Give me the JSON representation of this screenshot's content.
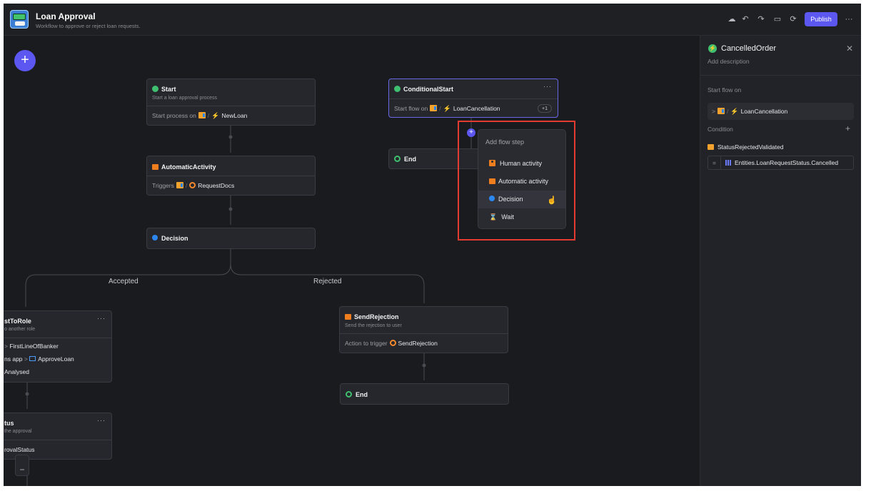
{
  "header": {
    "title": "Loan Approval",
    "subtitle": "Workflow to approve or reject loan requests.",
    "publish_label": "Publish"
  },
  "nodes": {
    "start": {
      "title": "Start",
      "desc": "Start a loan approval process",
      "row_label": "Start process on",
      "row_value": "NewLoan"
    },
    "conditional_start": {
      "title": "ConditionalStart",
      "row_label": "Start flow on",
      "row_value": "LoanCancellation",
      "badge": "+1"
    },
    "end_top": {
      "title": "End"
    },
    "automatic_activity": {
      "title": "AutomaticActivity",
      "row_label": "Triggers",
      "row_value": "RequestDocs"
    },
    "decision": {
      "title": "Decision"
    },
    "edge_accepted": "Accepted",
    "edge_rejected": "Rejected",
    "role_node": {
      "title": "stToRole",
      "desc": "o another role",
      "row1": "FirstLineOfBanker",
      "row2_a": "ns app",
      "row2_b": "ApproveLoan",
      "row3": "Analysed"
    },
    "status_node": {
      "title": "tus",
      "desc": " the approval",
      "row": "rovalStatus"
    },
    "send_rejection": {
      "title": "SendRejection",
      "desc": "Send the rejection to user",
      "row_label": "Action to trigger",
      "row_value": "SendRejection"
    },
    "end_bottom": {
      "title": "End"
    }
  },
  "dropdown": {
    "title": "Add flow step",
    "items": [
      {
        "label": "Human activity",
        "icon": "human-icon"
      },
      {
        "label": "Automatic activity",
        "icon": "automatic-icon"
      },
      {
        "label": "Decision",
        "icon": "decision-icon"
      },
      {
        "label": "Wait",
        "icon": "hourglass-icon"
      }
    ]
  },
  "panel": {
    "title": "CancelledOrder",
    "description": "Add description",
    "start_flow_label": "Start flow on",
    "start_flow_value": "LoanCancellation",
    "condition_label": "Condition",
    "condition_name": "StatusRejectedValidated",
    "condition_operator": "=",
    "condition_value": "Entities.LoanRequestStatus.Cancelled"
  }
}
